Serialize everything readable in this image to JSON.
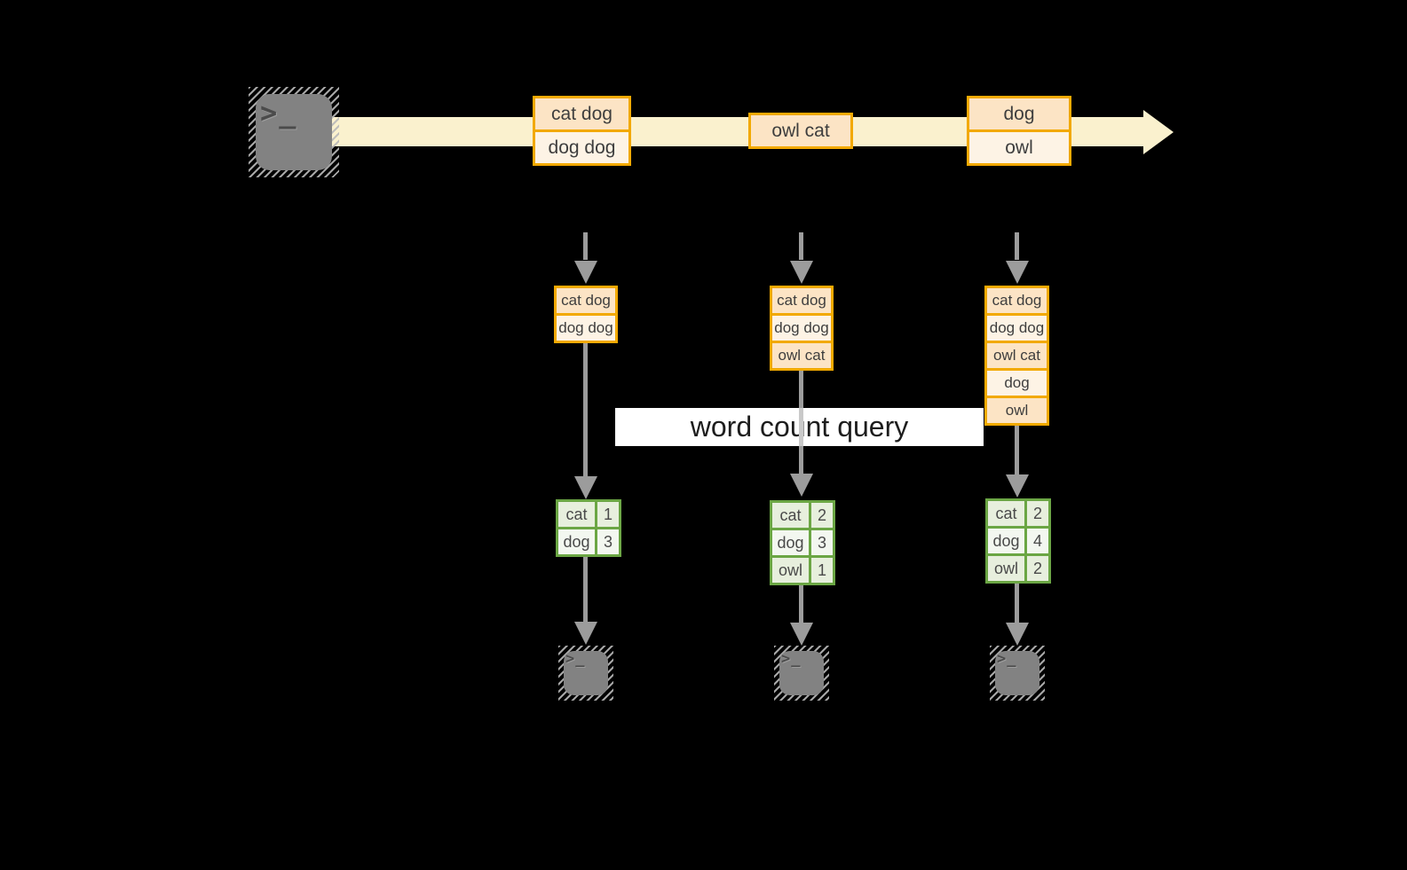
{
  "icons": {
    "terminal_glyph": ">_"
  },
  "query": {
    "label": "word count query"
  },
  "stream": {
    "events": [
      {
        "rows": [
          "cat dog",
          "dog dog"
        ]
      },
      {
        "rows": [
          "owl cat"
        ]
      },
      {
        "rows": [
          "dog",
          "owl"
        ]
      }
    ]
  },
  "columns": [
    {
      "buffer": [
        "cat dog",
        "dog dog"
      ],
      "counts": [
        {
          "word": "cat",
          "count": "1"
        },
        {
          "word": "dog",
          "count": "3"
        }
      ]
    },
    {
      "buffer": [
        "cat dog",
        "dog dog",
        "owl cat"
      ],
      "counts": [
        {
          "word": "cat",
          "count": "2"
        },
        {
          "word": "dog",
          "count": "3"
        },
        {
          "word": "owl",
          "count": "1"
        }
      ]
    },
    {
      "buffer": [
        "cat dog",
        "dog dog",
        "owl cat",
        "dog",
        "owl"
      ],
      "counts": [
        {
          "word": "cat",
          "count": "2"
        },
        {
          "word": "dog",
          "count": "4"
        },
        {
          "word": "owl",
          "count": "2"
        }
      ]
    }
  ],
  "colors": {
    "accent_orange": "#F2A900",
    "fill_peach": "#FCE4C5",
    "fill_peach_light": "#FDF3E5",
    "stream_cream": "#FAF1CE",
    "green_border": "#6BA644",
    "green_fill": "#E7EFDD",
    "green_fill_light": "#F3F7F0",
    "line_gray": "#9C9C9C",
    "banner_bg": "#FFFFFF"
  }
}
